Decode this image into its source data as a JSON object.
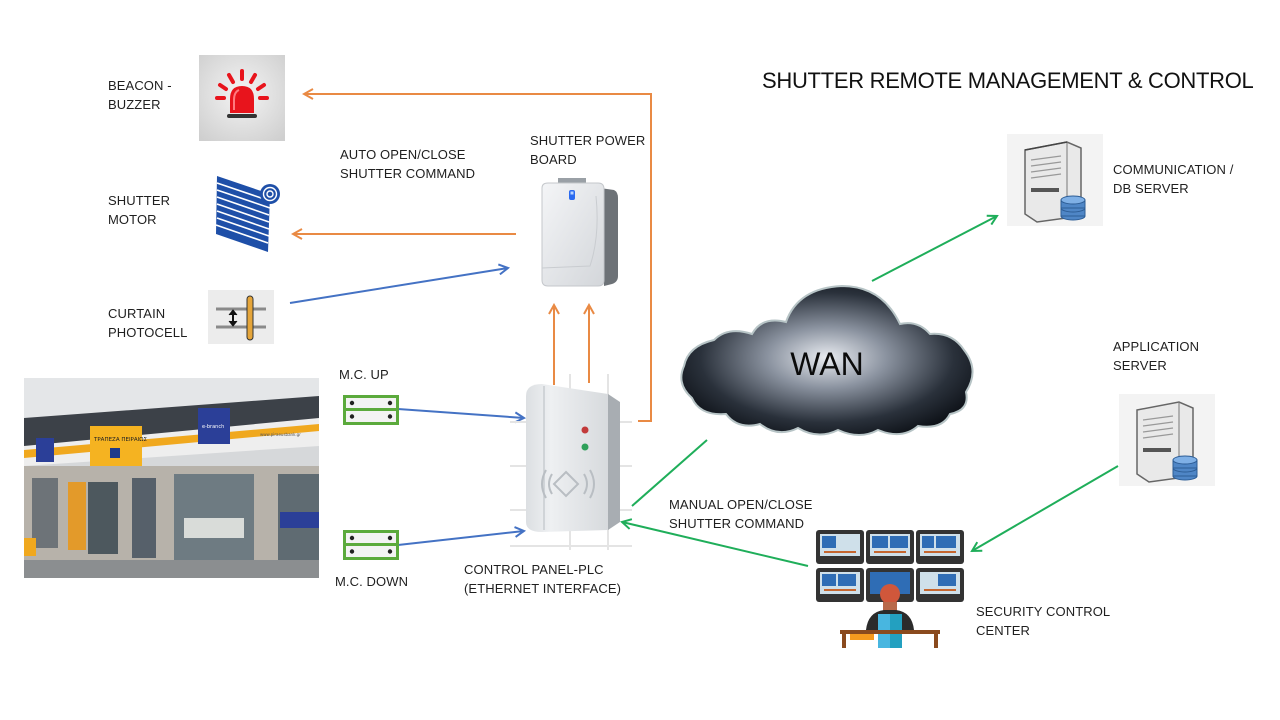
{
  "title": "SHUTTER REMOTE MANAGEMENT & CONTROL",
  "colors": {
    "orange_line": "#E98A44",
    "blue_line": "#4472C4",
    "green_line": "#1FAE5A",
    "beacon_red": "#E8141C",
    "shutter_blue": "#1E4FA8",
    "mc_green": "#5BAA3C",
    "cloud_dark": "#0E1218"
  },
  "nodes": {
    "beacon": {
      "label_lines": [
        "BEACON -",
        "BUZZER"
      ],
      "icon": "beacon-siren-icon"
    },
    "shutter_motor": {
      "label_lines": [
        "SHUTTER",
        "MOTOR"
      ],
      "icon": "rolling-shutter-icon"
    },
    "curtain_photocell": {
      "label_lines": [
        "CURTAIN",
        "PHOTOCELL"
      ],
      "icon": "photocell-sensor-icon"
    },
    "power_board": {
      "label_lines": [
        "SHUTTER POWER",
        "BOARD"
      ],
      "icon": "power-board-device-icon"
    },
    "auto_command": {
      "label_lines": [
        "AUTO OPEN/CLOSE",
        "SHUTTER COMMAND"
      ]
    },
    "mc_up": {
      "label": "M.C. UP",
      "icon": "magnetic-contact-icon"
    },
    "mc_down": {
      "label": "M.C. DOWN",
      "icon": "magnetic-contact-icon"
    },
    "control_panel": {
      "label_lines": [
        "CONTROL PANEL-PLC",
        "(ETHERNET INTERFACE)"
      ],
      "icon": "plc-device-icon"
    },
    "wan": {
      "label": "WAN",
      "icon": "cloud-icon"
    },
    "comm_server": {
      "label_lines": [
        "COMMUNICATION /",
        "DB SERVER"
      ],
      "icon": "server-database-icon"
    },
    "app_server": {
      "label_lines": [
        "APPLICATION",
        "SERVER"
      ],
      "icon": "server-database-icon"
    },
    "manual_command": {
      "label_lines": [
        "MANUAL OPEN/CLOSE",
        "SHUTTER COMMAND"
      ]
    },
    "security_center": {
      "label_lines": [
        "SECURITY CONTROL",
        "CENTER"
      ],
      "icon": "operator-monitors-icon"
    },
    "bank_photo": {
      "sign_text": "ΤΡΑΠΕΖΑ ΠΕΙΡΑΙΩΣ",
      "ebranch": "e-branch",
      "url": "www.piraeusbank.gr",
      "icon": "bank-branch-photo"
    }
  },
  "connections": [
    {
      "from": "control_panel",
      "to": "beacon",
      "color": "orange"
    },
    {
      "from": "power_board",
      "to": "shutter_motor",
      "color": "orange"
    },
    {
      "from": "curtain_photocell",
      "to": "power_board",
      "color": "blue"
    },
    {
      "from": "control_panel",
      "to": "power_board",
      "color": "orange",
      "count": 2
    },
    {
      "from": "mc_up",
      "to": "control_panel",
      "color": "blue"
    },
    {
      "from": "mc_down",
      "to": "control_panel",
      "color": "blue"
    },
    {
      "from": "control_panel",
      "to": "wan",
      "color": "green"
    },
    {
      "from": "wan",
      "to": "comm_server",
      "color": "green"
    },
    {
      "from": "app_server",
      "to": "security_center",
      "color": "green"
    },
    {
      "from": "security_center",
      "to": "control_panel",
      "color": "green"
    }
  ]
}
